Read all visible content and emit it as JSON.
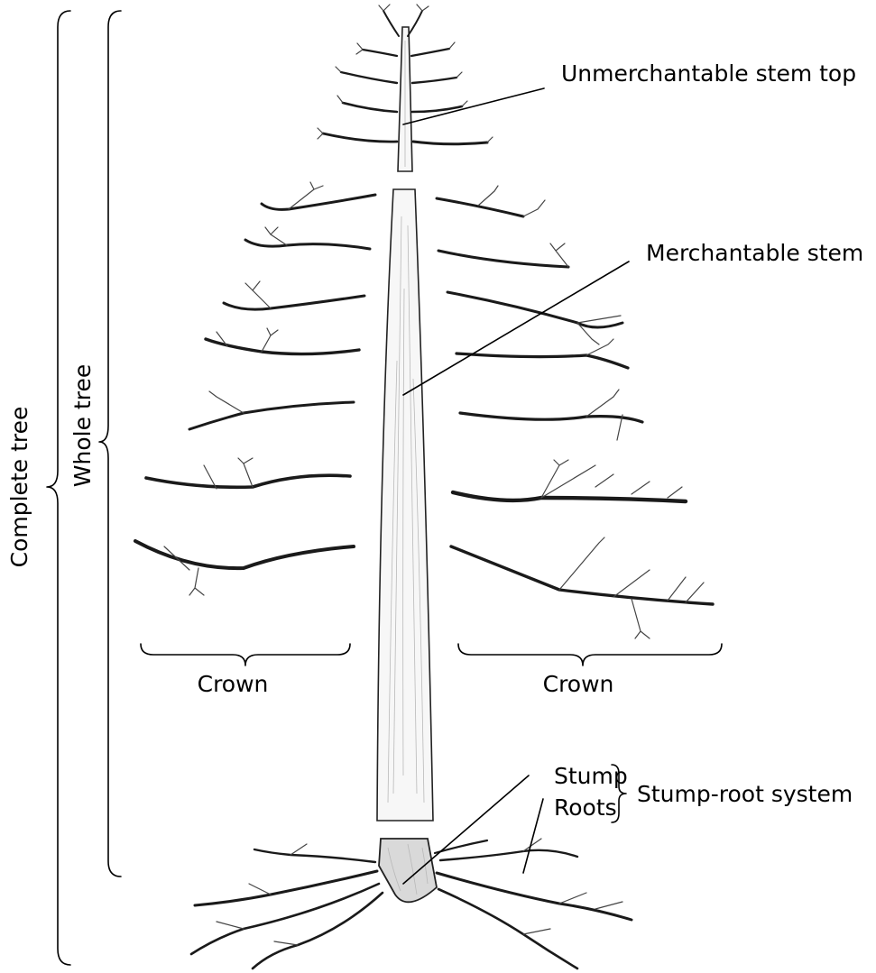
{
  "labels": {
    "unmerchantable_stem_top": "Unmerchantable stem top",
    "merchantable_stem": "Merchantable stem",
    "crown_left": "Crown",
    "crown_right": "Crown",
    "stump": "Stump",
    "roots": "Roots",
    "stump_root_system": "Stump-root system",
    "whole_tree": "Whole tree",
    "complete_tree": "Complete tree"
  },
  "colors": {
    "ink": "#000000",
    "sketch": "#1a1a1a",
    "trunk_fill": "#f7f7f7",
    "stump_fill": "#d9d9d9"
  }
}
